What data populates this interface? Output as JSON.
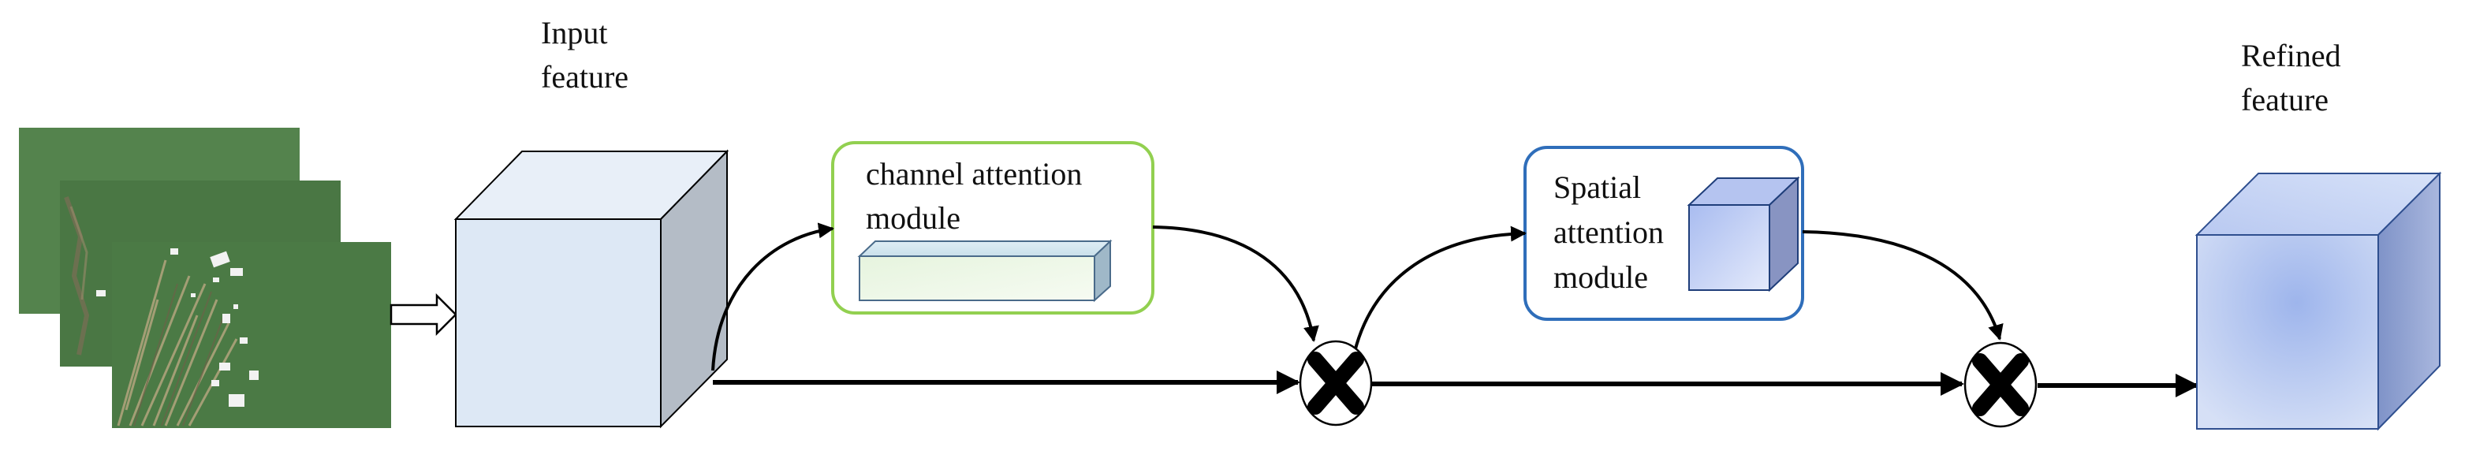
{
  "labels": {
    "input_line1": "Input",
    "input_line2": "feature",
    "channel_line1": "channel attention",
    "channel_line2": "module",
    "spatial_line1": "Spatial",
    "spatial_line2": "attention",
    "spatial_line3": "module",
    "refined_line1": "Refined",
    "refined_line2": "feature"
  },
  "icons": {
    "multiply_1": "multiply-icon",
    "multiply_2": "multiply-icon"
  },
  "colors": {
    "arrow": "#000000",
    "channel_box_border": "#92d050",
    "spatial_box_border": "#2f6eba",
    "input_cube_front": "#dde8f5",
    "refined_cube": "#8fa9e4",
    "photo_water": "#4d7a46"
  }
}
